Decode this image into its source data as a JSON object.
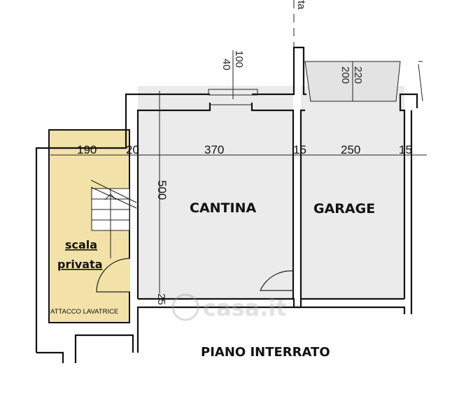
{
  "plan": {
    "title": "PIANO INTERRATO",
    "rooms": {
      "cantina": "CANTINA",
      "garage": "GARAGE",
      "stair_line1": "scala",
      "stair_line2": "privata",
      "laundry_note": "ATTACCO LAVATRICE"
    },
    "dimensions": {
      "stair_width": "190",
      "wall_1": "20",
      "cantina_width": "370",
      "wall_2": "15",
      "garage_width": "250",
      "wall_3": "15",
      "cantina_depth": "500",
      "bottom_wall": "25",
      "window_top": "100",
      "window_bottom": "40",
      "garage_door_top": "220",
      "garage_door_bottom": "200"
    },
    "top_label_fragment": "rta",
    "watermark": "casa.it",
    "colors": {
      "stair_fill": "#f2e2a8",
      "room_fill": "#ebebeb",
      "wall": "#111111"
    }
  }
}
